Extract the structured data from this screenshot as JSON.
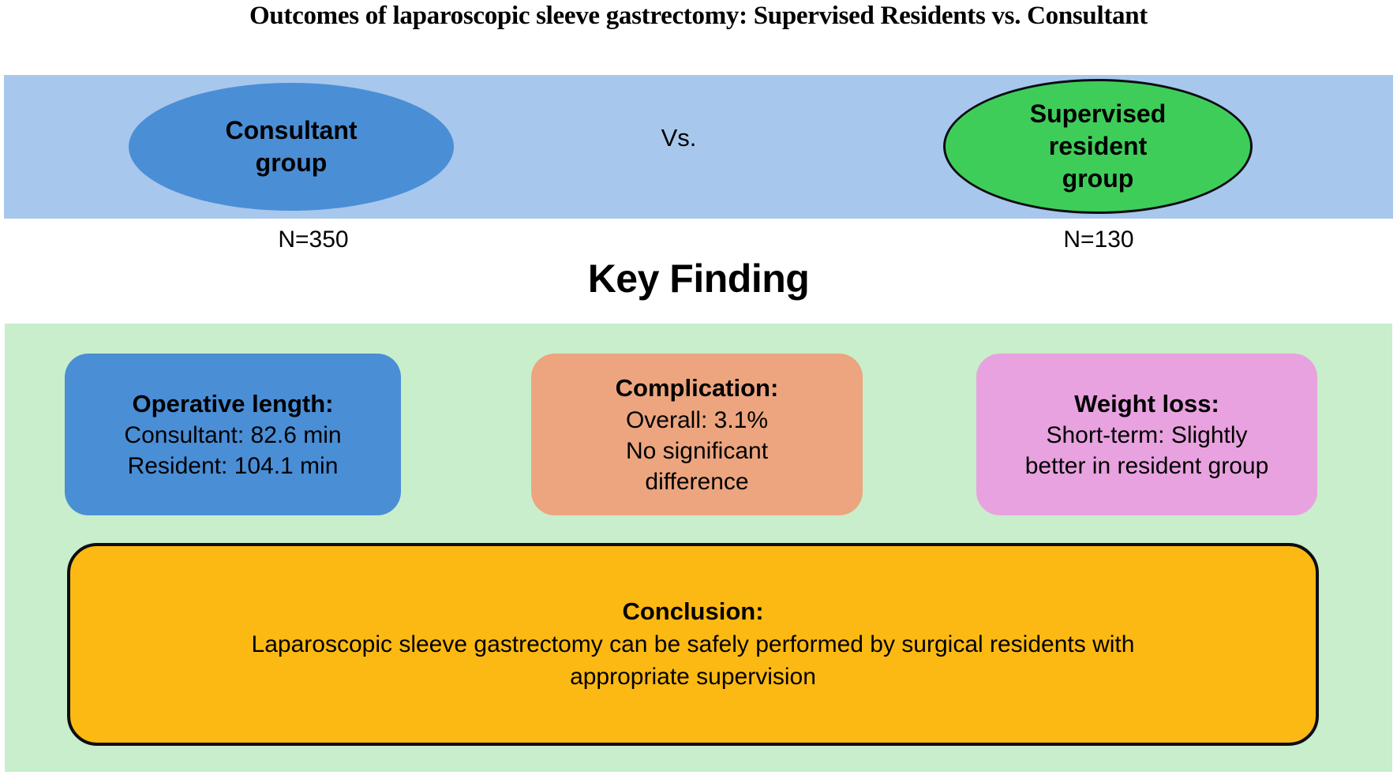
{
  "title": "Outcomes of laparoscopic sleeve gastrectomy: Supervised Residents vs. Consultant",
  "groups": {
    "consultant": {
      "label_lines": [
        "Consultant",
        "group"
      ],
      "n": "N=350"
    },
    "vs": "Vs.",
    "resident": {
      "label_lines": [
        "Supervised",
        "resident",
        "group"
      ],
      "n": "N=130"
    }
  },
  "key_finding_heading": "Key Finding",
  "findings": [
    {
      "id": "operative-length",
      "title": "Operative length:",
      "lines": [
        "Consultant: 82.6 min",
        "Resident: 104.1 min"
      ]
    },
    {
      "id": "complication",
      "title": "Complication:",
      "lines": [
        "Overall: 3.1%",
        "No significant",
        "difference"
      ]
    },
    {
      "id": "weight-loss",
      "title": "Weight loss:",
      "lines": [
        "Short-term: Slightly",
        "better in resident group"
      ]
    }
  ],
  "conclusion": {
    "title": "Conclusion:",
    "lines": [
      "Laparoscopic sleeve gastrectomy can be safely performed by surgical residents with",
      "appropriate supervision"
    ]
  },
  "colors": {
    "band_blue": "#a8c7ec",
    "group_blue": "#4a8ed6",
    "group_green": "#3fcd5a",
    "panel_green": "#c8eecb",
    "card_blue": "#4a8ed6",
    "card_orange": "#eca57f",
    "card_pink": "#e8a2df",
    "conclusion_yellow": "#fdb913",
    "outline_black": "#0d0d14"
  }
}
